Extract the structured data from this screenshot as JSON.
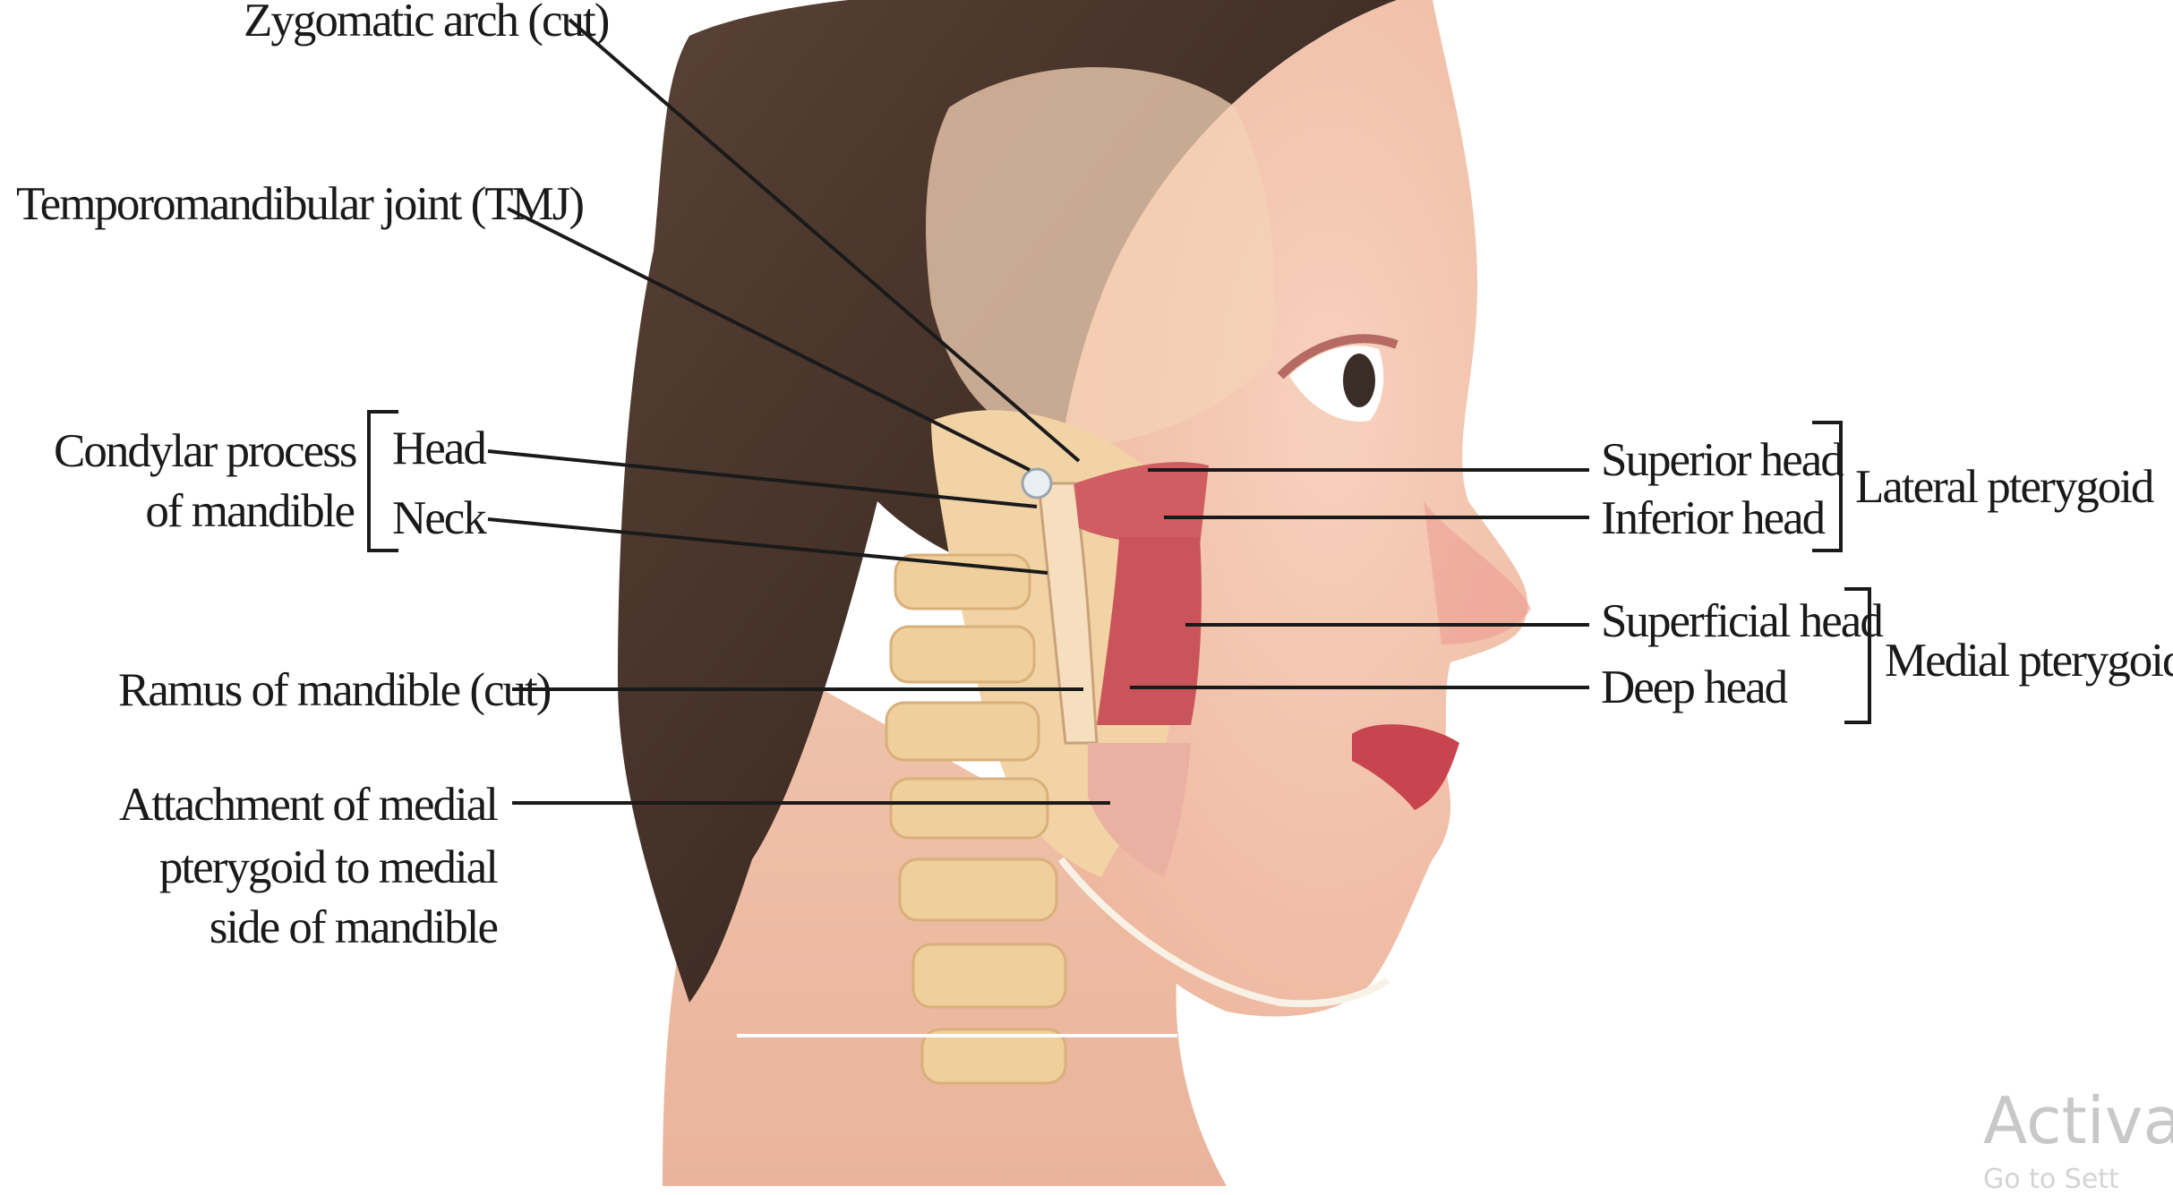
{
  "labels": {
    "zygomatic_arch": "Zygomatic arch (cut)",
    "tmj": "Temporomandibular joint (TMJ)",
    "condylar_process_line1": "Condylar process",
    "condylar_process_line2": "of mandible",
    "head": "Head",
    "neck": "Neck",
    "ramus": "Ramus of mandible (cut)",
    "attachment_line1": "Attachment of medial",
    "attachment_line2": "pterygoid to medial",
    "attachment_line3": "side of mandible",
    "superior_head": "Superior head",
    "inferior_head": "Inferior head",
    "lateral_pterygoid": "Lateral pterygoid",
    "superficial_head": "Superficial head",
    "deep_head": "Deep head",
    "medial_pterygoid": "Medial pterygoid"
  },
  "watermark": {
    "line1": "Activate",
    "line2": "Go to Sett"
  },
  "colors": {
    "hair": "#3b2a22",
    "skin": "#f2c0a8",
    "muscle": "#cf5d62",
    "bone": "#f1d3a6",
    "lips": "#c8454f",
    "leader": "#1a1a1a"
  }
}
